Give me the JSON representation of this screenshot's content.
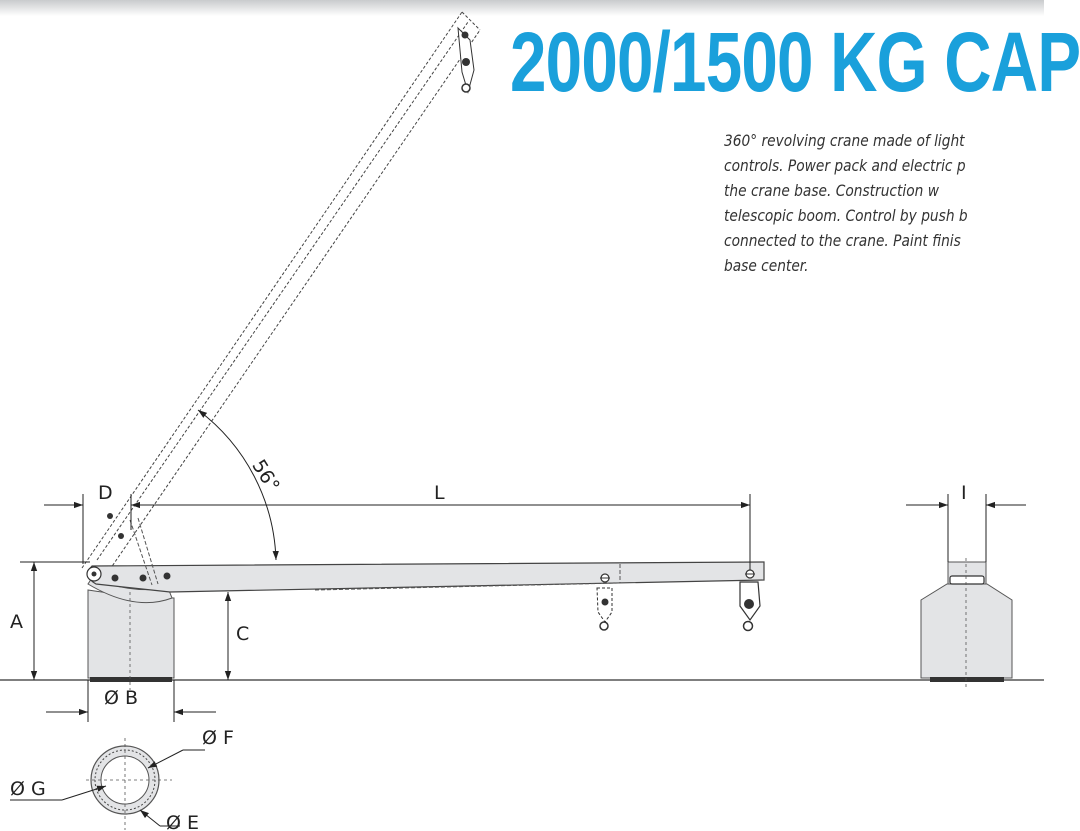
{
  "header": {
    "title": "2000/1500 KG CAP"
  },
  "description": {
    "lines": [
      "360° revolving crane made of light",
      "controls. Power pack and electric p",
      "the crane base. Construction w",
      "telescopic boom. Control by push b",
      "connected to the crane. Paint finis",
      "base center."
    ]
  },
  "dimensions": {
    "angle": "56°",
    "d": "D",
    "l": "L",
    "a": "A",
    "c": "C",
    "b": "Ø B",
    "i": "I",
    "f": "Ø F",
    "g": "Ø G",
    "e": "Ø E"
  },
  "colors": {
    "brand": "#1aa0db",
    "fill": "#e3e4e6",
    "line": "#333333"
  }
}
